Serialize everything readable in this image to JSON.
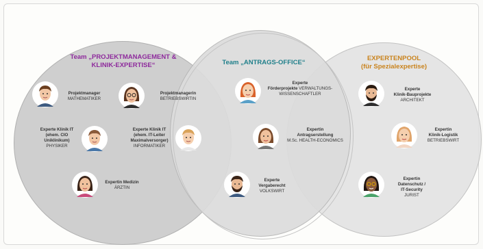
{
  "teams": [
    {
      "title_line1": "Team „PROJEKTMANAGEMENT &",
      "title_line2": "KLINIK-EXPERTISE“",
      "color": "#8e2a9c"
    },
    {
      "title_line1": "Team „ANTRAGS-OFFICE“",
      "title_line2": "",
      "color": "#1f7f8a"
    },
    {
      "title_line1": "EXPERTENPOOL",
      "title_line2": "(für Spezialexpertise)",
      "color": "#c9831d"
    }
  ],
  "people": [
    {
      "role": "Projektmanager",
      "role2": "",
      "role3": "",
      "title": "MATHEMATIKER",
      "icon": "man-avatar-icon"
    },
    {
      "role": "Projektmanagerin",
      "role2": "",
      "role3": "",
      "title": "BETRIEBSWIRTIN",
      "icon": "woman-glasses-avatar-icon"
    },
    {
      "role": "Experte Klinik IT",
      "role2": "(ehem. CIO",
      "role3": "Uniklinikum)",
      "title": "PHYSIKER",
      "icon": "man-avatar-icon"
    },
    {
      "role": "Experte Klinik IT",
      "role2": "(ehem. IT-Leiter",
      "role3": "Maximalversorger)",
      "title": "INFORMATIKER",
      "icon": "man-blond-avatar-icon"
    },
    {
      "role": "Expertin Medizin",
      "role2": "",
      "role3": "",
      "title": "ÄRZTIN",
      "icon": "woman-avatar-icon"
    },
    {
      "role": "Experte",
      "role2": "Förderprojekte",
      "role3": "",
      "title": "VERWALTUNGS-",
      "title2": "WISSENSCHAFTLER",
      "icon": "woman-redhead-avatar-icon"
    },
    {
      "role": "Expertin",
      "role2": "Antragserstellung",
      "role3": "",
      "title": "M.Sc. HEALTH-ECONOMICS",
      "icon": "woman-avatar-icon"
    },
    {
      "role": "Experte",
      "role2": "Vergaberecht",
      "role3": "",
      "title": "VOLKSWIRT",
      "icon": "man-beard-avatar-icon"
    },
    {
      "role": "Experte",
      "role2": "Klinik-Bauprojekte",
      "role3": "",
      "title": "ARCHITEKT",
      "icon": "man-beard-avatar-icon"
    },
    {
      "role": "Expertin",
      "role2": "Klinik-Logistik",
      "role3": "",
      "title": "BETRIEBSWIRT",
      "icon": "woman-blonde-avatar-icon"
    },
    {
      "role": "Expertin",
      "role2": "Datenschutz /",
      "role3": "IT-Security",
      "title": "JURIST",
      "icon": "woman-dark-avatar-icon"
    }
  ]
}
